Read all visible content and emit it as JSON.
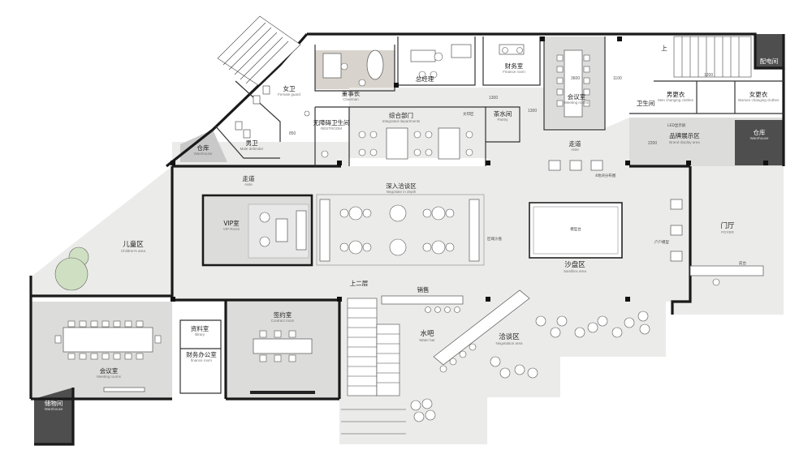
{
  "rooms": {
    "chairman": {
      "cn": "董事长",
      "en": "Chairman"
    },
    "general_manager": {
      "cn": "总经理",
      "en": ""
    },
    "finance_room": {
      "cn": "财务室",
      "en": "Finance room"
    },
    "meeting_top": {
      "cn": "会议室",
      "en": "Meeting rooms"
    },
    "power_room": {
      "cn": "配电间",
      "en": ""
    },
    "male_changing": {
      "cn": "男更衣",
      "en": "Men changing clothes"
    },
    "female_changing": {
      "cn": "女更衣",
      "en": "Women changing clothes"
    },
    "toilet_top": {
      "cn": "卫生间",
      "en": ""
    },
    "female_wc": {
      "cn": "女卫",
      "en": "Female guard"
    },
    "male_wc": {
      "cn": "男卫",
      "en": "Male defender"
    },
    "accessible_wc": {
      "cn": "无障碍卫生间",
      "en": "RESTROOM"
    },
    "integrated_dept": {
      "cn": "综合部门",
      "en": "Integrated departments"
    },
    "pantry": {
      "cn": "茶水间",
      "en": "Pantry"
    },
    "warehouse_left": {
      "cn": "仓库",
      "en": "Warehouse"
    },
    "warehouse_right": {
      "cn": "仓库",
      "en": "Warehouse"
    },
    "aisle_left": {
      "cn": "走道",
      "en": "Aisle"
    },
    "aisle_right": {
      "cn": "走道",
      "en": "Aisle"
    },
    "brand_display": {
      "cn": "品牌展示区",
      "en": "Brand display area"
    },
    "deep_negotiation": {
      "cn": "深入洽谈区",
      "en": "Negotiate in depth"
    },
    "vip_room": {
      "cn": "VIP室",
      "en": "VIP Room"
    },
    "childrens_area": {
      "cn": "儿童区",
      "en": "Children's area"
    },
    "sandbox": {
      "cn": "沙盘区",
      "en": "Sandbox area"
    },
    "foyer": {
      "cn": "门厅",
      "en": "FOYER"
    },
    "meeting_bottom": {
      "cn": "会议室",
      "en": "Meeting rooms"
    },
    "data_room": {
      "cn": "资料室",
      "en": "library"
    },
    "finance_office": {
      "cn": "财务办公室",
      "en": "finance room"
    },
    "contract_room": {
      "cn": "签约室",
      "en": "Contract room"
    },
    "storage_room": {
      "cn": "储物间",
      "en": "Warehouse"
    },
    "water_bar": {
      "cn": "水吧",
      "en": "Water bar"
    },
    "negotiation_area": {
      "cn": "洽谈区",
      "en": "Negotiation area"
    }
  },
  "labels": {
    "up_second_floor": "上二层",
    "sales": "销售",
    "up": "上",
    "model_table": "模型台",
    "area_sand_table": "区域沙盘",
    "household_model": "户户模型",
    "front_desk": "前台",
    "led_screen": "LED显示屏",
    "display_board": "4地块分布图",
    "secretary": "文印区"
  },
  "dimensions": {
    "d3600": "3600",
    "d1100": "1100",
    "d1200": "1200",
    "d1300": "1300",
    "d1300b": "1300",
    "d2200": "2200",
    "d850": "850"
  }
}
